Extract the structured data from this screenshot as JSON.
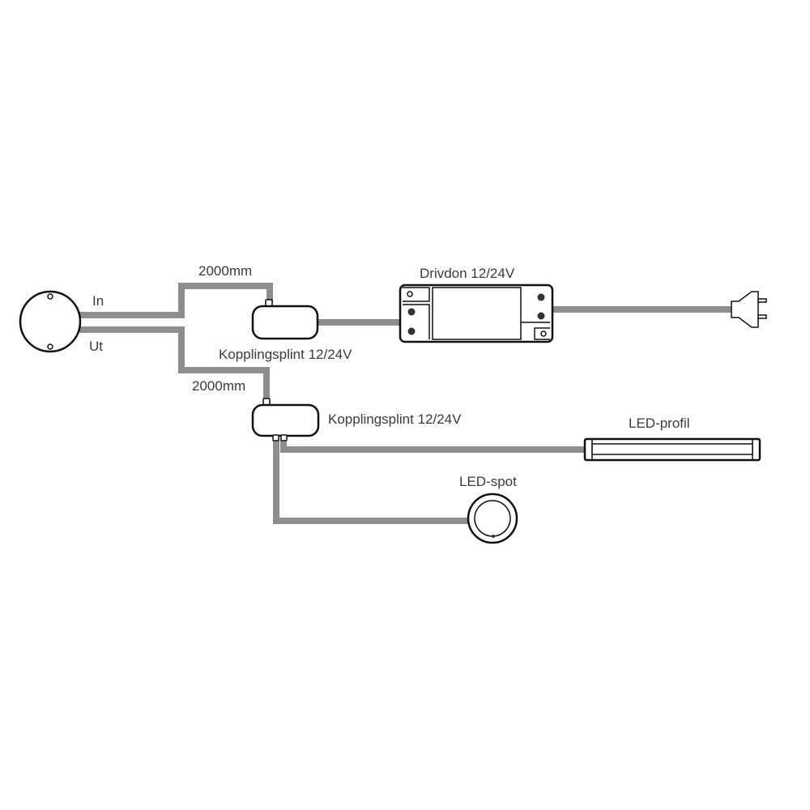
{
  "labels": {
    "in": "In",
    "ut": "Ut",
    "length_top": "2000mm",
    "length_bottom": "2000mm",
    "coupler_top": "Kopplingsplint 12/24V",
    "coupler_bottom": "Kopplingsplint 12/24V",
    "driver": "Drivdon 12/24V",
    "led_profile": "LED-profil",
    "led_spot": "LED-spot"
  },
  "colors": {
    "wire": "#8e8e8e",
    "outline": "#111111",
    "text": "#3a3a3a"
  }
}
